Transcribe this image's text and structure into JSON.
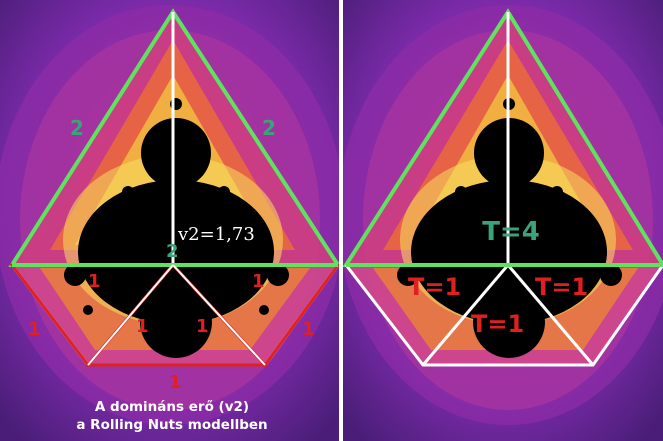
{
  "left_panel": {
    "side_labels": [
      "2",
      "2",
      "2"
    ],
    "value_label": "v2=1,73",
    "small_triangle_labels": [
      "1",
      "1",
      "1",
      "1",
      "1",
      "1",
      "1"
    ],
    "caption_line1": "A domináns erő (v2)",
    "caption_line2": "a Rolling Nuts modellben"
  },
  "right_panel": {
    "big_triangle_label": "T=4",
    "small_triangle_labels": [
      "T=1",
      "T=1",
      "T=1"
    ]
  },
  "colors": {
    "outer_purple": "#7a2aa8",
    "fractal_black": "#000000",
    "big_triangle_stroke": "#5ee35e",
    "small_triangle_stroke": "#dd2222",
    "white_lines": "#ffffff",
    "green_labels": "#3aa37a",
    "red_labels": "#e02020"
  }
}
